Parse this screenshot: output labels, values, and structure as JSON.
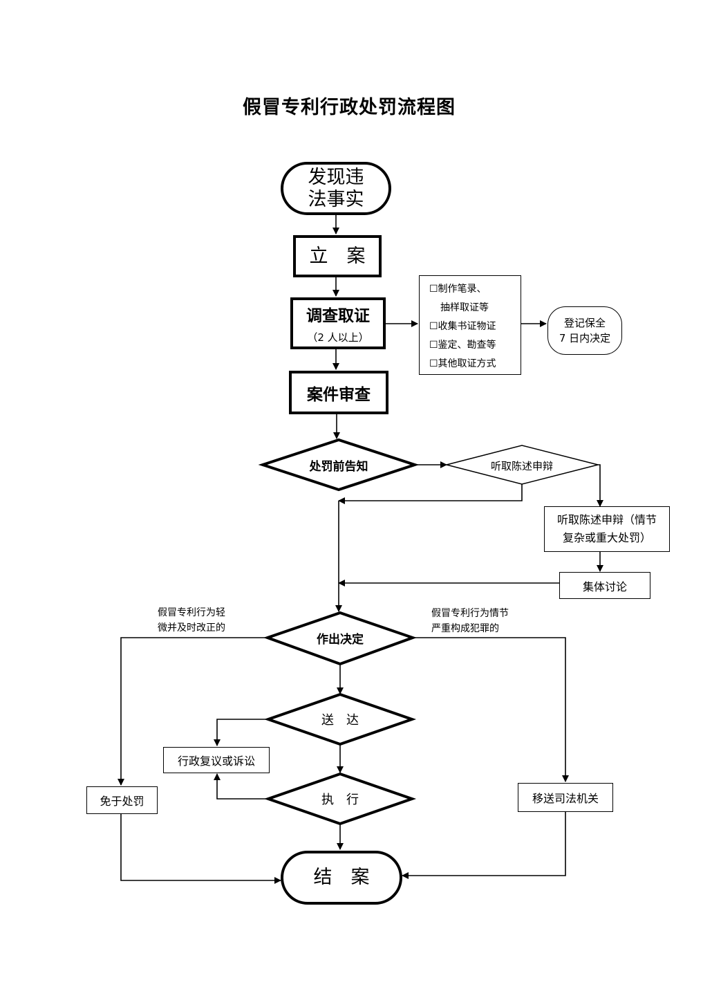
{
  "title": "假冒专利行政处罚流程图",
  "nodes": {
    "discover_line1": "发现违",
    "discover_line2": "法事实",
    "filing": "立　案",
    "investigate": "调查取证",
    "investigate_note": "（2 人以上）",
    "evidence_items": [
      "☐制作笔录、",
      "抽样取证等",
      "☐收集书证物证",
      "☐鉴定、勘查等",
      "☐其他取证方式"
    ],
    "register_line1": "登记保全",
    "register_line2": "7 日内决定",
    "review": "案件审查",
    "pre_notice": "处罚前告知",
    "hearing": "听取陈述申辩",
    "hearing_complex_line1": "听取陈述申辩（情节",
    "hearing_complex_line2": "复杂或重大处罚）",
    "collective": "集体讨论",
    "decision": "作出决定",
    "serve": "送　达",
    "reconsideration": "行政复议或诉讼",
    "execute": "执　行",
    "exempt": "免于处罚",
    "transfer": "移送司法机关",
    "close": "结　案"
  },
  "labels": {
    "minor_line1": "假冒专利行为轻",
    "minor_line2": "微并及时改正的",
    "serious_line1": "假冒专利行为情节",
    "serious_line2": "严重构成犯罪的"
  }
}
